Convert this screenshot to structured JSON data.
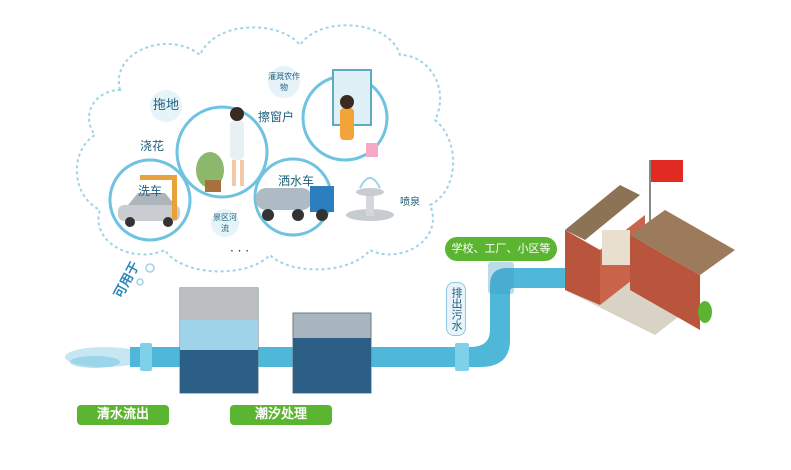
{
  "cloud_labels": {
    "mop": "拖地",
    "water_flowers": "浇花",
    "wash_windows": "擦窗户",
    "irrigate_crops": "灌溉农作物",
    "wash_car": "洗车",
    "sprinkler_truck": "洒水车",
    "scenic_river": "景区河流",
    "fountain": "喷泉",
    "ellipsis": "·  ·  ·"
  },
  "usable_for": "可用于",
  "discharge_sewage": "排出污水",
  "sources_label": "学校、工厂、小区等",
  "bottom_labels": {
    "clean_water_out": "清水流出",
    "tidal_treatment": "潮汐处理"
  },
  "colors": {
    "green": "#5cb531",
    "pipe_blue": "#4fb8d8",
    "cloud_border": "#9fd3ea",
    "text_blue": "#1f5f7a",
    "brick": "#b9553d"
  }
}
